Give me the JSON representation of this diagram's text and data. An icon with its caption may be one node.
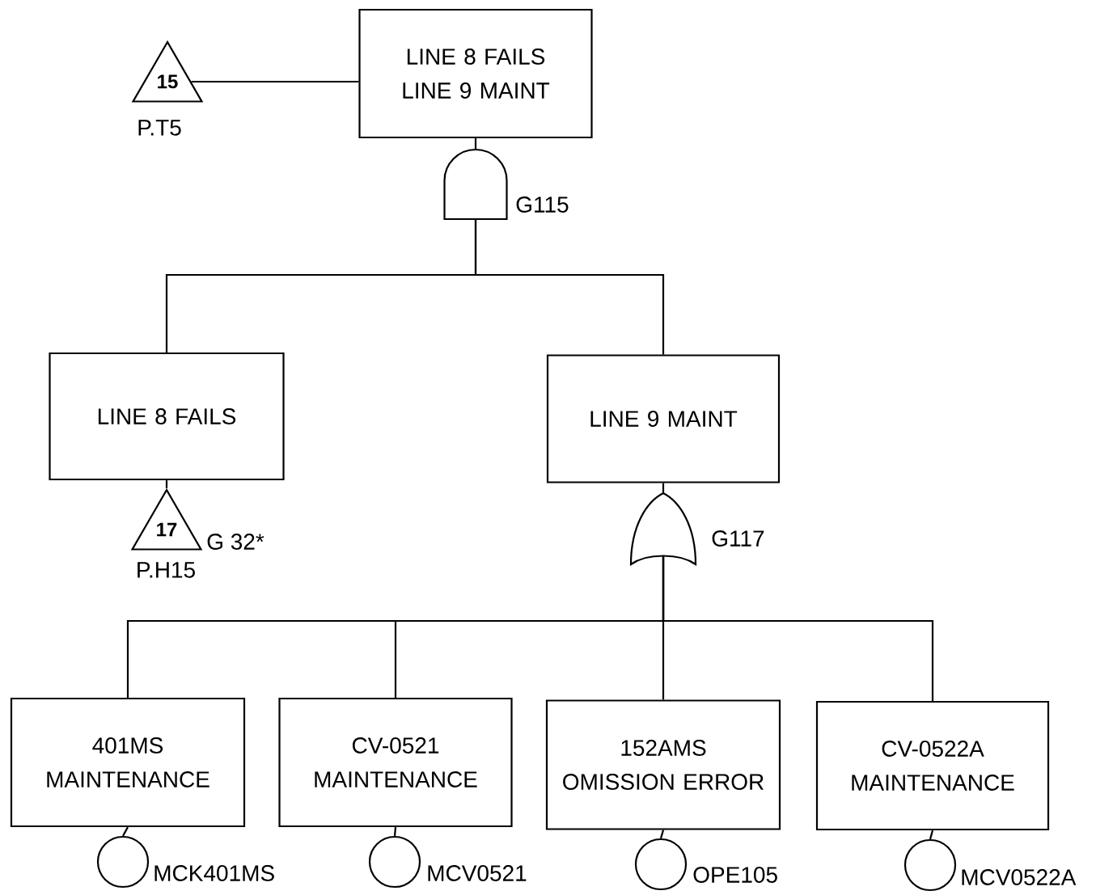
{
  "diagram": {
    "nodes": [
      {
        "text": [
          "LINE 8 FAILS LINE 9 MAINT"
        ]
      },
      {
        "text": [
          "15"
        ],
        "beside": [
          "P.T5"
        ]
      },
      {
        "text": [],
        "shape": "and-gate",
        "beside": [
          "G115"
        ]
      },
      {
        "text": [
          "LINE 8 FAILS"
        ]
      },
      {
        "text": [
          "LINE 9 MAINT"
        ]
      },
      {
        "text": [
          "17"
        ],
        "beside": [
          "G 32*",
          "P.H15"
        ]
      },
      {
        "text": [],
        "shape": "or-gate",
        "beside": [
          "G117"
        ]
      },
      {
        "text": [
          "401MS MAINTENANCE"
        ]
      },
      {
        "text": [
          "CV-0521 MAINTENANCE"
        ]
      },
      {
        "text": [
          "152AMS OMISSION ERROR"
        ]
      },
      {
        "text": [
          "CV-0522A MAINTENANCE"
        ]
      },
      {
        "text": [],
        "shape": "circle",
        "beside": [
          "MCK401MS"
        ]
      },
      {
        "text": [],
        "shape": "circle",
        "beside": [
          "MCV0521"
        ]
      },
      {
        "text": [],
        "shape": "circle",
        "beside": [
          "OPE105"
        ]
      },
      {
        "text": [],
        "shape": "circle",
        "beside": [
          "MCV0522A"
        ]
      }
    ],
    "edges": [
      {
        "from": 1,
        "to": 0,
        "arrow": "none"
      },
      {
        "from": 0,
        "to": 2,
        "arrow": "none"
      },
      {
        "from": 2,
        "to": 3,
        "arrow": "none"
      },
      {
        "from": 2,
        "to": 4,
        "arrow": "none"
      },
      {
        "from": 3,
        "to": 5,
        "arrow": "none"
      },
      {
        "from": 4,
        "to": 6,
        "arrow": "none"
      },
      {
        "from": 6,
        "to": 7,
        "arrow": "none"
      },
      {
        "from": 6,
        "to": 8,
        "arrow": "none"
      },
      {
        "from": 6,
        "to": 9,
        "arrow": "none"
      },
      {
        "from": 6,
        "to": 10,
        "arrow": "none"
      },
      {
        "from": 7,
        "to": 11,
        "arrow": "none"
      },
      {
        "from": 8,
        "to": 12,
        "arrow": "none"
      },
      {
        "from": 9,
        "to": 13,
        "arrow": "none"
      },
      {
        "from": 10,
        "to": 14,
        "arrow": "none"
      }
    ]
  }
}
